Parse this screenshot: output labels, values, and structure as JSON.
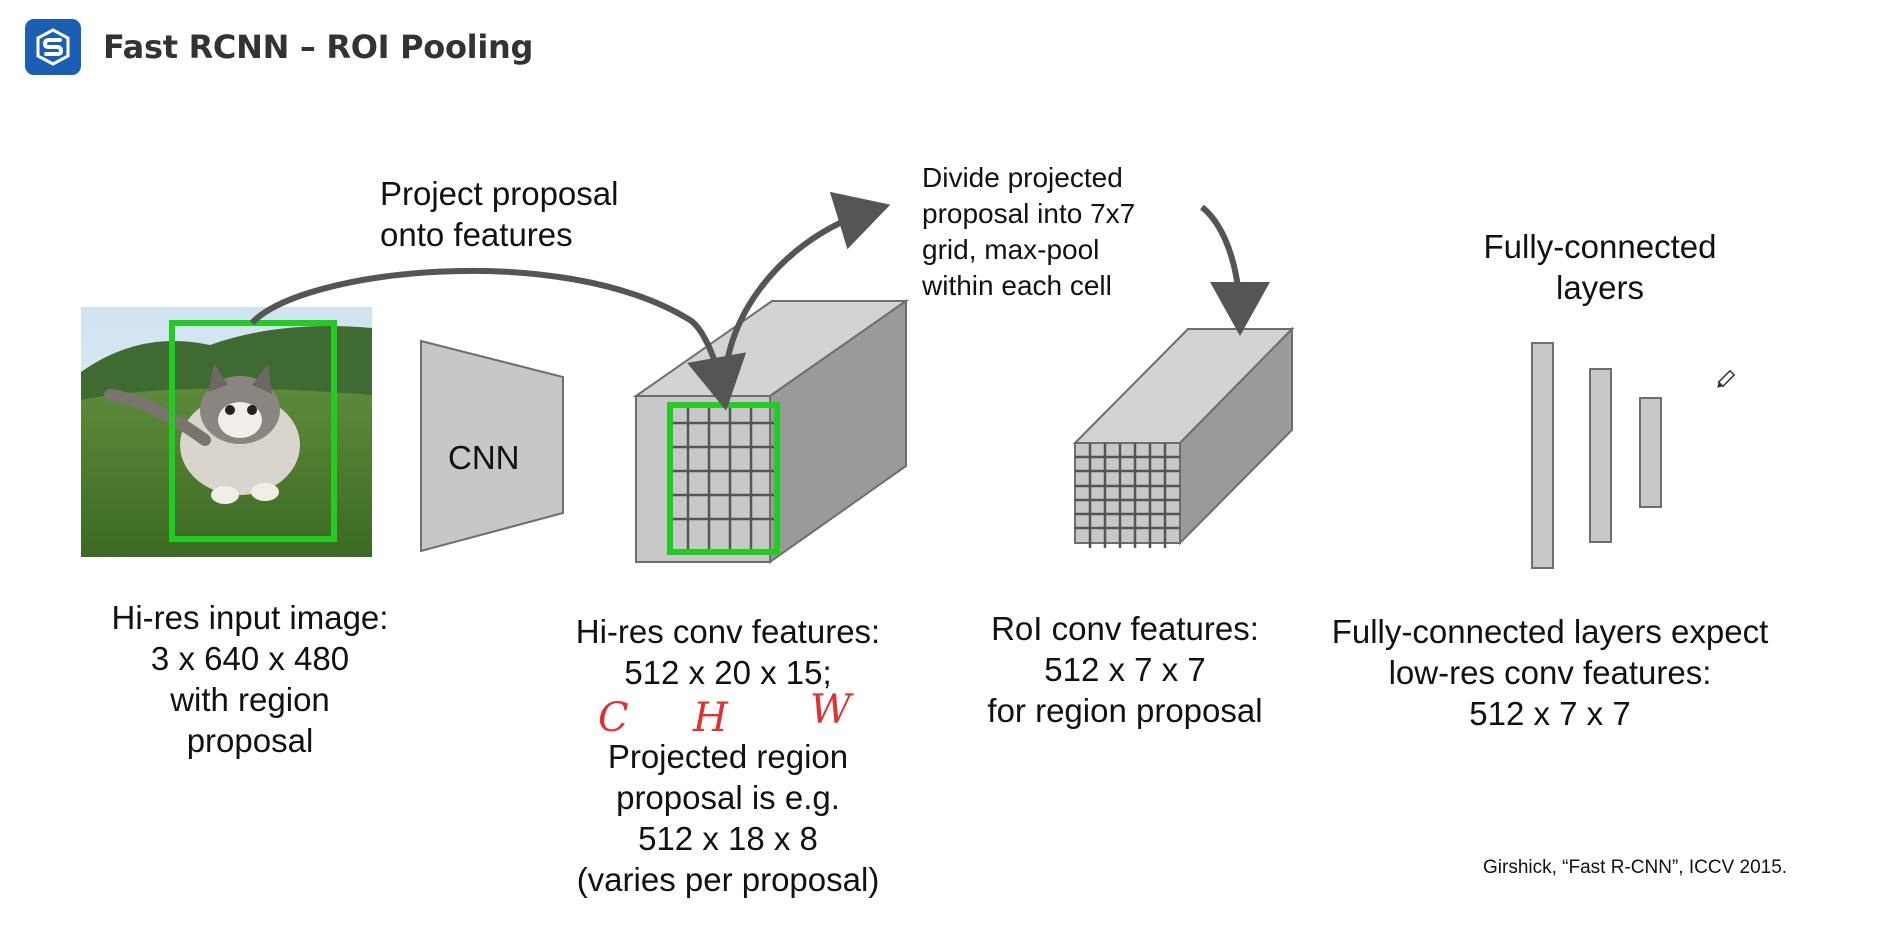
{
  "header": {
    "title": "Fast RCNN – ROI Pooling",
    "logo_icon": "stack-logo-icon"
  },
  "colors": {
    "accent": "#1a5fb4",
    "proposal_box": "#22cc22",
    "arrow": "#555555",
    "annotation_ink": "#e03030"
  },
  "diagram": {
    "cnn_label": "CNN",
    "arrow_project_label": [
      "Project proposal",
      "onto features"
    ],
    "divide_label": [
      "Divide projected",
      "proposal into 7x7",
      "grid, max-pool",
      "within each cell"
    ],
    "fc_title": [
      "Fully-connected",
      "layers"
    ]
  },
  "captions": {
    "input": [
      "Hi-res input image:",
      "3 x 640 x 480",
      "with region",
      "proposal"
    ],
    "conv": [
      "Hi-res conv features:",
      "512 x 20 x 15;"
    ],
    "handwritten": [
      "C",
      "H",
      "W"
    ],
    "projected": [
      "Projected region",
      "proposal is e.g.",
      "512 x 18 x 8",
      "(varies per proposal)"
    ],
    "roi": [
      "RoI conv features:",
      "512 x 7 x 7",
      "for region proposal"
    ],
    "fc": [
      "Fully-connected layers expect",
      "low-res conv features:",
      "512 x 7 x 7"
    ]
  },
  "citation": "Girshick, “Fast R-CNN”, ICCV 2015."
}
